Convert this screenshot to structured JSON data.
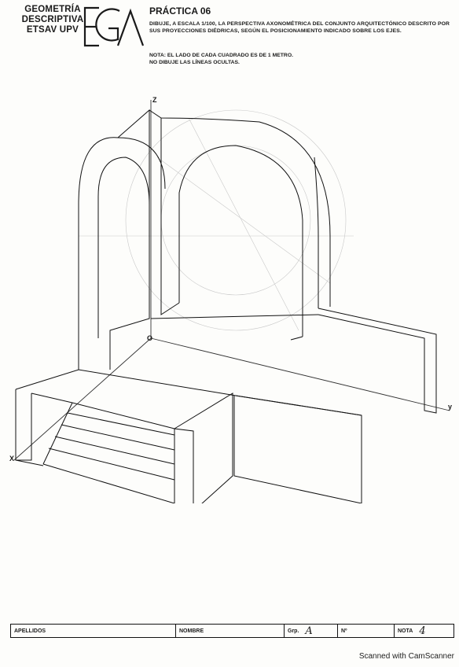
{
  "header": {
    "school_lines": [
      "GEOMETRÍA",
      "DESCRIPTIVA",
      "ETSAV UPV"
    ],
    "logo_text": "EGA",
    "title": "PRÁCTICA 06",
    "instructions": "DIBUJE, A ESCALA 1/100, LA PERSPECTIVA AXONOMÉTRICA DEL CONJUNTO ARQUITECTÓNICO DESCRITO POR SUS PROYECCIONES DIÉDRICAS, SEGÚN EL POSICIONAMIENTO INDICADO SOBRE LOS EJES.",
    "note_line1": "NOTA: EL LADO DE CADA CUADRADO ES DE 1 METRO.",
    "note_line2": "NO DIBUJE LAS LÍNEAS OCULTAS."
  },
  "axes": {
    "z": "Z",
    "origin": "O",
    "x": "X",
    "y": "y"
  },
  "footer": {
    "apellidos_label": "APELLIDOS",
    "nombre_label": "NOMBRE",
    "grupo_label": "Grp.",
    "grupo_value": "A",
    "numero_label": "Nº",
    "nota_label": "NOTA",
    "nota_value": "4"
  },
  "scanner": "Scanned with CamScanner"
}
